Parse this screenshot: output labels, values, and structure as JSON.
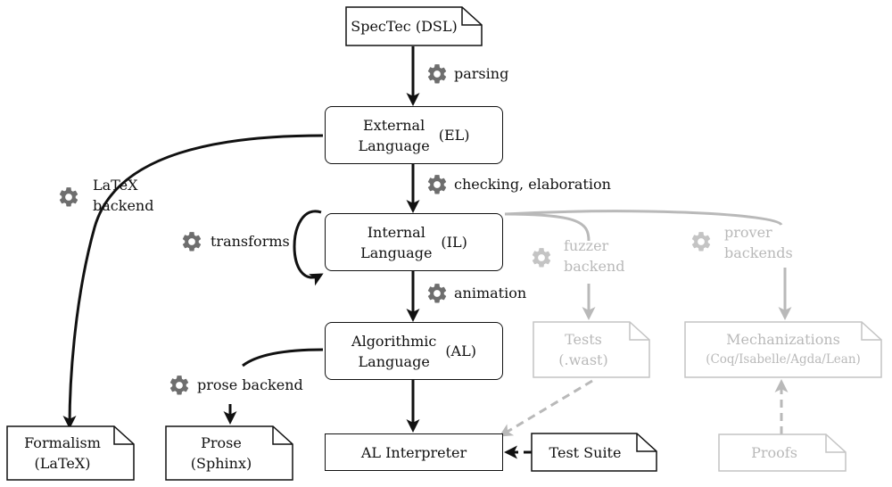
{
  "nodes": {
    "spectec": "SpecTec (DSL)",
    "el": {
      "line1": "External",
      "line2": "Language",
      "abbr": "(EL)"
    },
    "il": {
      "line1": "Internal",
      "line2": "Language",
      "abbr": "(IL)"
    },
    "al": {
      "line1": "Algorithmic",
      "line2": "Language",
      "abbr": "(AL)"
    },
    "formalism": {
      "line1": "Formalism",
      "line2": "(LaTeX)"
    },
    "prose": {
      "line1": "Prose",
      "line2": "(Sphinx)"
    },
    "interpreter": "AL Interpreter",
    "test_suite": "Test Suite",
    "tests": {
      "line1": "Tests",
      "line2": "(.wast)"
    },
    "mechanizations": {
      "line1": "Mechanizations",
      "line2": "(Coq/Isabelle/Agda/Lean)"
    },
    "proofs": "Proofs"
  },
  "labels": {
    "parsing": "parsing",
    "checking": "checking, elaboration",
    "latex_backend": {
      "line1": "LaTeX",
      "line2": "backend"
    },
    "transforms": "transforms",
    "animation": "animation",
    "prose_backend": "prose backend",
    "fuzzer_backend": {
      "line1": "fuzzer",
      "line2": "backend"
    },
    "prover_backends": {
      "line1": "prover",
      "line2": "backends"
    }
  },
  "colors": {
    "active": "#111111",
    "inactive": "#b9b9b9",
    "gear": "#6e6e6e",
    "gear_inactive": "#c4c4c4"
  }
}
